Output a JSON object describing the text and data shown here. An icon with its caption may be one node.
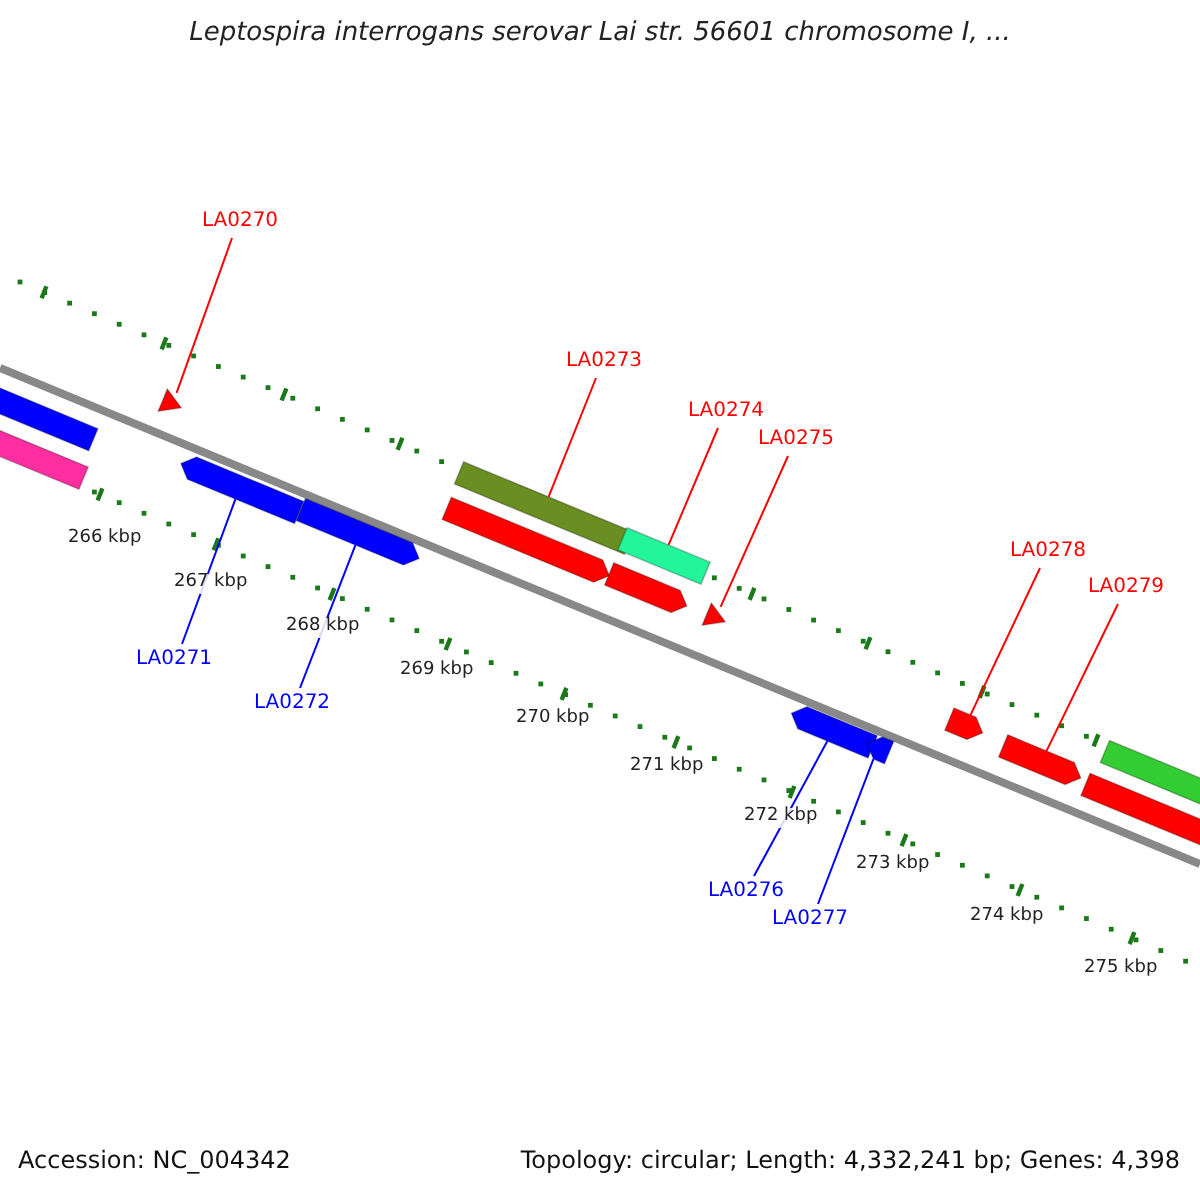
{
  "diagram": {
    "title": "Leptospira interrogans serovar Lai str. 56601 chromosome I, ...",
    "nodes": [
      {
        "text": [
          "LA0270"
        ]
      },
      {
        "text": [
          "LA0273"
        ]
      },
      {
        "text": [
          "LA0274"
        ]
      },
      {
        "text": [
          "LA0275"
        ]
      },
      {
        "text": [
          "LA0278"
        ]
      },
      {
        "text": [
          "LA0279"
        ]
      },
      {
        "text": [
          "LA0271"
        ]
      },
      {
        "text": [
          "LA0272"
        ]
      },
      {
        "text": [
          "LA0276"
        ]
      },
      {
        "text": [
          "LA0277"
        ]
      },
      {
        "text": [],
        "shape": "arrow"
      },
      {
        "text": [],
        "shape": "arrow"
      },
      {
        "text": [],
        "shape": "arrow"
      },
      {
        "text": [],
        "shape": "arrow"
      },
      {
        "text": [],
        "shape": "arrow"
      },
      {
        "text": [],
        "shape": "arrow"
      },
      {
        "text": [],
        "shape": "arrow"
      },
      {
        "text": [],
        "shape": "arrow"
      },
      {
        "text": [],
        "shape": "arrow"
      },
      {
        "text": [],
        "shape": "arrow"
      },
      {
        "text": [],
        "shape": "arrow"
      },
      {
        "text": [],
        "shape": "arrow"
      },
      {
        "text": [],
        "shape": "arrow"
      },
      {
        "text": [],
        "shape": "arrow"
      },
      {
        "text": [],
        "shape": "arrow"
      },
      {
        "text": [],
        "shape": "arrow"
      }
    ],
    "edges": [
      {
        "from": 0,
        "to": 12,
        "arrow": "none"
      },
      {
        "from": 1,
        "to": 15,
        "arrow": "none"
      },
      {
        "from": 2,
        "to": 17,
        "arrow": "none"
      },
      {
        "from": 3,
        "to": 19,
        "arrow": "none"
      },
      {
        "from": 4,
        "to": 22,
        "arrow": "none"
      },
      {
        "from": 5,
        "to": 23,
        "arrow": "none"
      },
      {
        "from": 6,
        "to": 13,
        "arrow": "none",
        "color": "#0000ff"
      },
      {
        "from": 7,
        "to": 14,
        "arrow": "none",
        "color": "#0000ff"
      },
      {
        "from": 8,
        "to": 20,
        "arrow": "none",
        "color": "#0000ff"
      },
      {
        "from": 9,
        "to": 21,
        "arrow": "none",
        "color": "#0000ff"
      }
    ],
    "labels": [
      "266 kbp",
      "267 kbp",
      "268 kbp",
      "269 kbp",
      "270 kbp",
      "271 kbp",
      "272 kbp",
      "273 kbp",
      "274 kbp",
      "275 kbp",
      "Accession: NC_004342",
      "Topology: circular; Length: 4,332,241 bp; Genes: 4,398"
    ]
  }
}
